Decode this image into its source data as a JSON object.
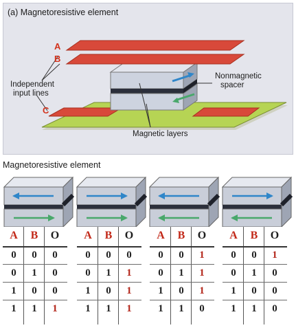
{
  "panel_a": {
    "title": "(a) Magnetoresistive element",
    "letter_a": "A",
    "letter_b": "B",
    "letter_c": "C",
    "independent_label_1": "Independent",
    "independent_label_2": "input lines",
    "spacer_label_1": "Nonmagnetic",
    "spacer_label_2": "spacer",
    "magnetic_label": "Magnetic layers"
  },
  "section_title": "Magnetoresistive element",
  "colors": {
    "red_line": "#d8493a",
    "green_line": "#b6d454",
    "block_face": "#c9ced9",
    "arrow_blue": "#2f86c9",
    "arrow_green": "#49a86b",
    "panel_bg": "#e4e5ec"
  },
  "elements": [
    {
      "top_arrow": "left",
      "bottom_arrow": "right"
    },
    {
      "top_arrow": "right",
      "bottom_arrow": "right"
    },
    {
      "top_arrow": "left",
      "bottom_arrow": "left"
    },
    {
      "top_arrow": "right",
      "bottom_arrow": "left"
    }
  ],
  "truth_tables": [
    {
      "header": [
        "A",
        "B",
        "O"
      ],
      "rows": [
        [
          "0",
          "0",
          "0"
        ],
        [
          "0",
          "1",
          "0"
        ],
        [
          "1",
          "0",
          "0"
        ],
        [
          "1",
          "1",
          "1"
        ]
      ]
    },
    {
      "header": [
        "A",
        "B",
        "O"
      ],
      "rows": [
        [
          "0",
          "0",
          "0"
        ],
        [
          "0",
          "1",
          "1"
        ],
        [
          "1",
          "0",
          "1"
        ],
        [
          "1",
          "1",
          "1"
        ]
      ]
    },
    {
      "header": [
        "A",
        "B",
        "O"
      ],
      "rows": [
        [
          "0",
          "0",
          "1"
        ],
        [
          "0",
          "1",
          "1"
        ],
        [
          "1",
          "0",
          "1"
        ],
        [
          "1",
          "1",
          "0"
        ]
      ]
    },
    {
      "header": [
        "A",
        "B",
        "O"
      ],
      "rows": [
        [
          "0",
          "0",
          "1"
        ],
        [
          "0",
          "1",
          "0"
        ],
        [
          "1",
          "0",
          "0"
        ],
        [
          "1",
          "1",
          "0"
        ]
      ]
    }
  ]
}
